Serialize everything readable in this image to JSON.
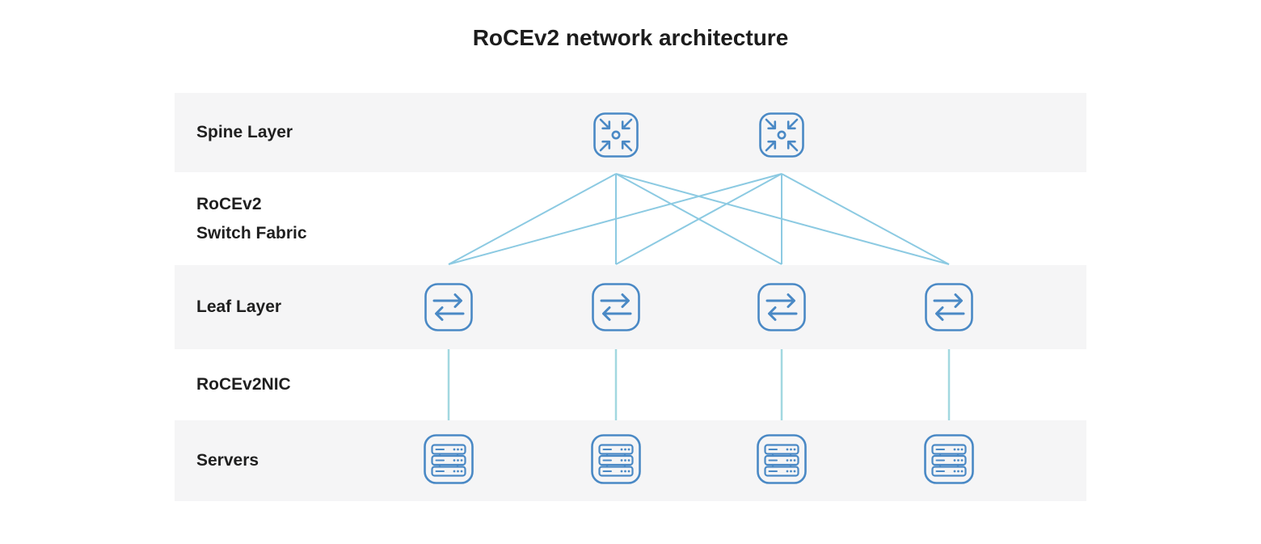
{
  "title": "RoCEv2 network architecture",
  "layers": [
    {
      "name": "spine",
      "label": "Spine Layer",
      "node_count": 2,
      "icon": "spine-switch-icon"
    },
    {
      "name": "fabric",
      "label_line1": "RoCEv2",
      "label_line2": "Switch Fabric"
    },
    {
      "name": "leaf",
      "label": "Leaf Layer",
      "node_count": 4,
      "icon": "leaf-switch-icon"
    },
    {
      "name": "nic",
      "label": "RoCEv2NIC"
    },
    {
      "name": "servers",
      "label": "Servers",
      "node_count": 4,
      "icon": "server-rack-icon"
    }
  ],
  "topology": {
    "spine_to_leaf": "full mesh - each of 2 spine switches links to all 4 leaf switches",
    "leaf_to_server": "one-to-one vertical link from each leaf switch to one server"
  },
  "colors": {
    "background": "#ffffff",
    "band_background": "#f5f5f6",
    "icon_stroke": "#4a89c5",
    "fabric_link": "#8ccae2",
    "nic_link": "#a2d8e0",
    "text": "#1f1f1f"
  }
}
